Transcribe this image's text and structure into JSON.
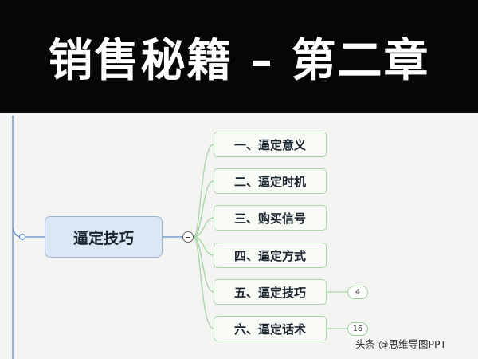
{
  "header": {
    "title": "销售秘籍 – 第二章"
  },
  "mindmap": {
    "root": {
      "label": "逼定技巧"
    },
    "children": [
      {
        "label": "一、逼定意义",
        "badge": ""
      },
      {
        "label": "二、逼定时机",
        "badge": ""
      },
      {
        "label": "三、购买信号",
        "badge": ""
      },
      {
        "label": "四、逼定方式",
        "badge": ""
      },
      {
        "label": "五、逼定技巧",
        "badge": "4"
      },
      {
        "label": "六、逼定话术",
        "badge": "16"
      }
    ],
    "colors": {
      "branch_line": "#a9d6a9",
      "root_fill": "#dbe7f5",
      "child_fill": "#f7faf5"
    }
  },
  "watermark": {
    "text": "头条 @思维导图PPT"
  }
}
